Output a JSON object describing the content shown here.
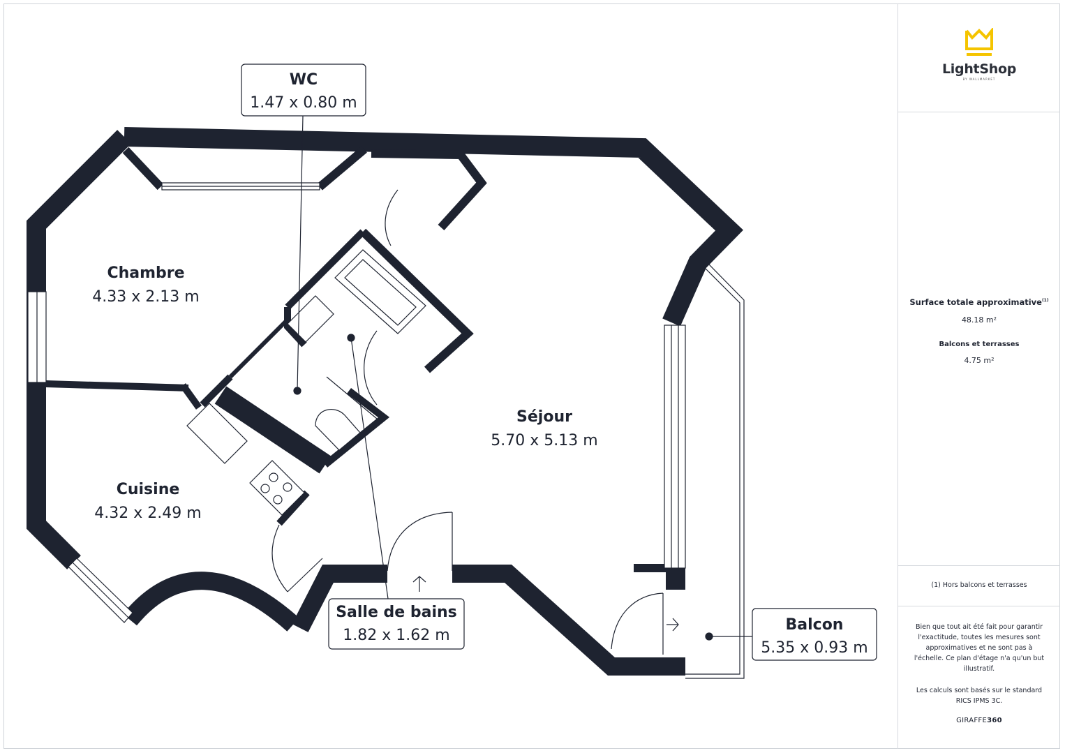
{
  "brand": {
    "logo_text": "LightShop",
    "logo_subtext": "BY WALLMARKET",
    "accent_color": "#f5c400"
  },
  "rooms": {
    "wc": {
      "name": "WC",
      "dimensions": "1.47 x 0.80 m"
    },
    "chambre": {
      "name": "Chambre",
      "dimensions": "4.33 x 2.13 m"
    },
    "cuisine": {
      "name": "Cuisine",
      "dimensions": "4.32 x 2.49 m"
    },
    "sejour": {
      "name": "Séjour",
      "dimensions": "5.70 x 5.13 m"
    },
    "salle_de_bains": {
      "name": "Salle de bains",
      "dimensions": "1.82 x 1.62 m"
    },
    "balcon": {
      "name": "Balcon",
      "dimensions": "5.35 x 0.93 m"
    }
  },
  "summary": {
    "surface_label": "Surface totale approximative",
    "surface_footnote_mark": "(1)",
    "surface_value": "48.18 m²",
    "balcony_label": "Balcons et terrasses",
    "balcony_value": "4.75 m²"
  },
  "footnote": "(1) Hors balcons et terrasses",
  "disclaimer": "Bien que tout ait été fait pour garantir l'exactitude, toutes les mesures sont approximatives et ne sont pas à l'échelle. Ce plan d'étage n'a qu'un but illustratif.",
  "standard_note": "Les calculs sont basés sur le standard RICS IPMS 3C.",
  "provider": {
    "name_light": "GIRAFFE",
    "name_bold": "360"
  },
  "colors": {
    "wall": "#1e2330",
    "text": "#1e2330",
    "divider": "#d6d9de"
  }
}
